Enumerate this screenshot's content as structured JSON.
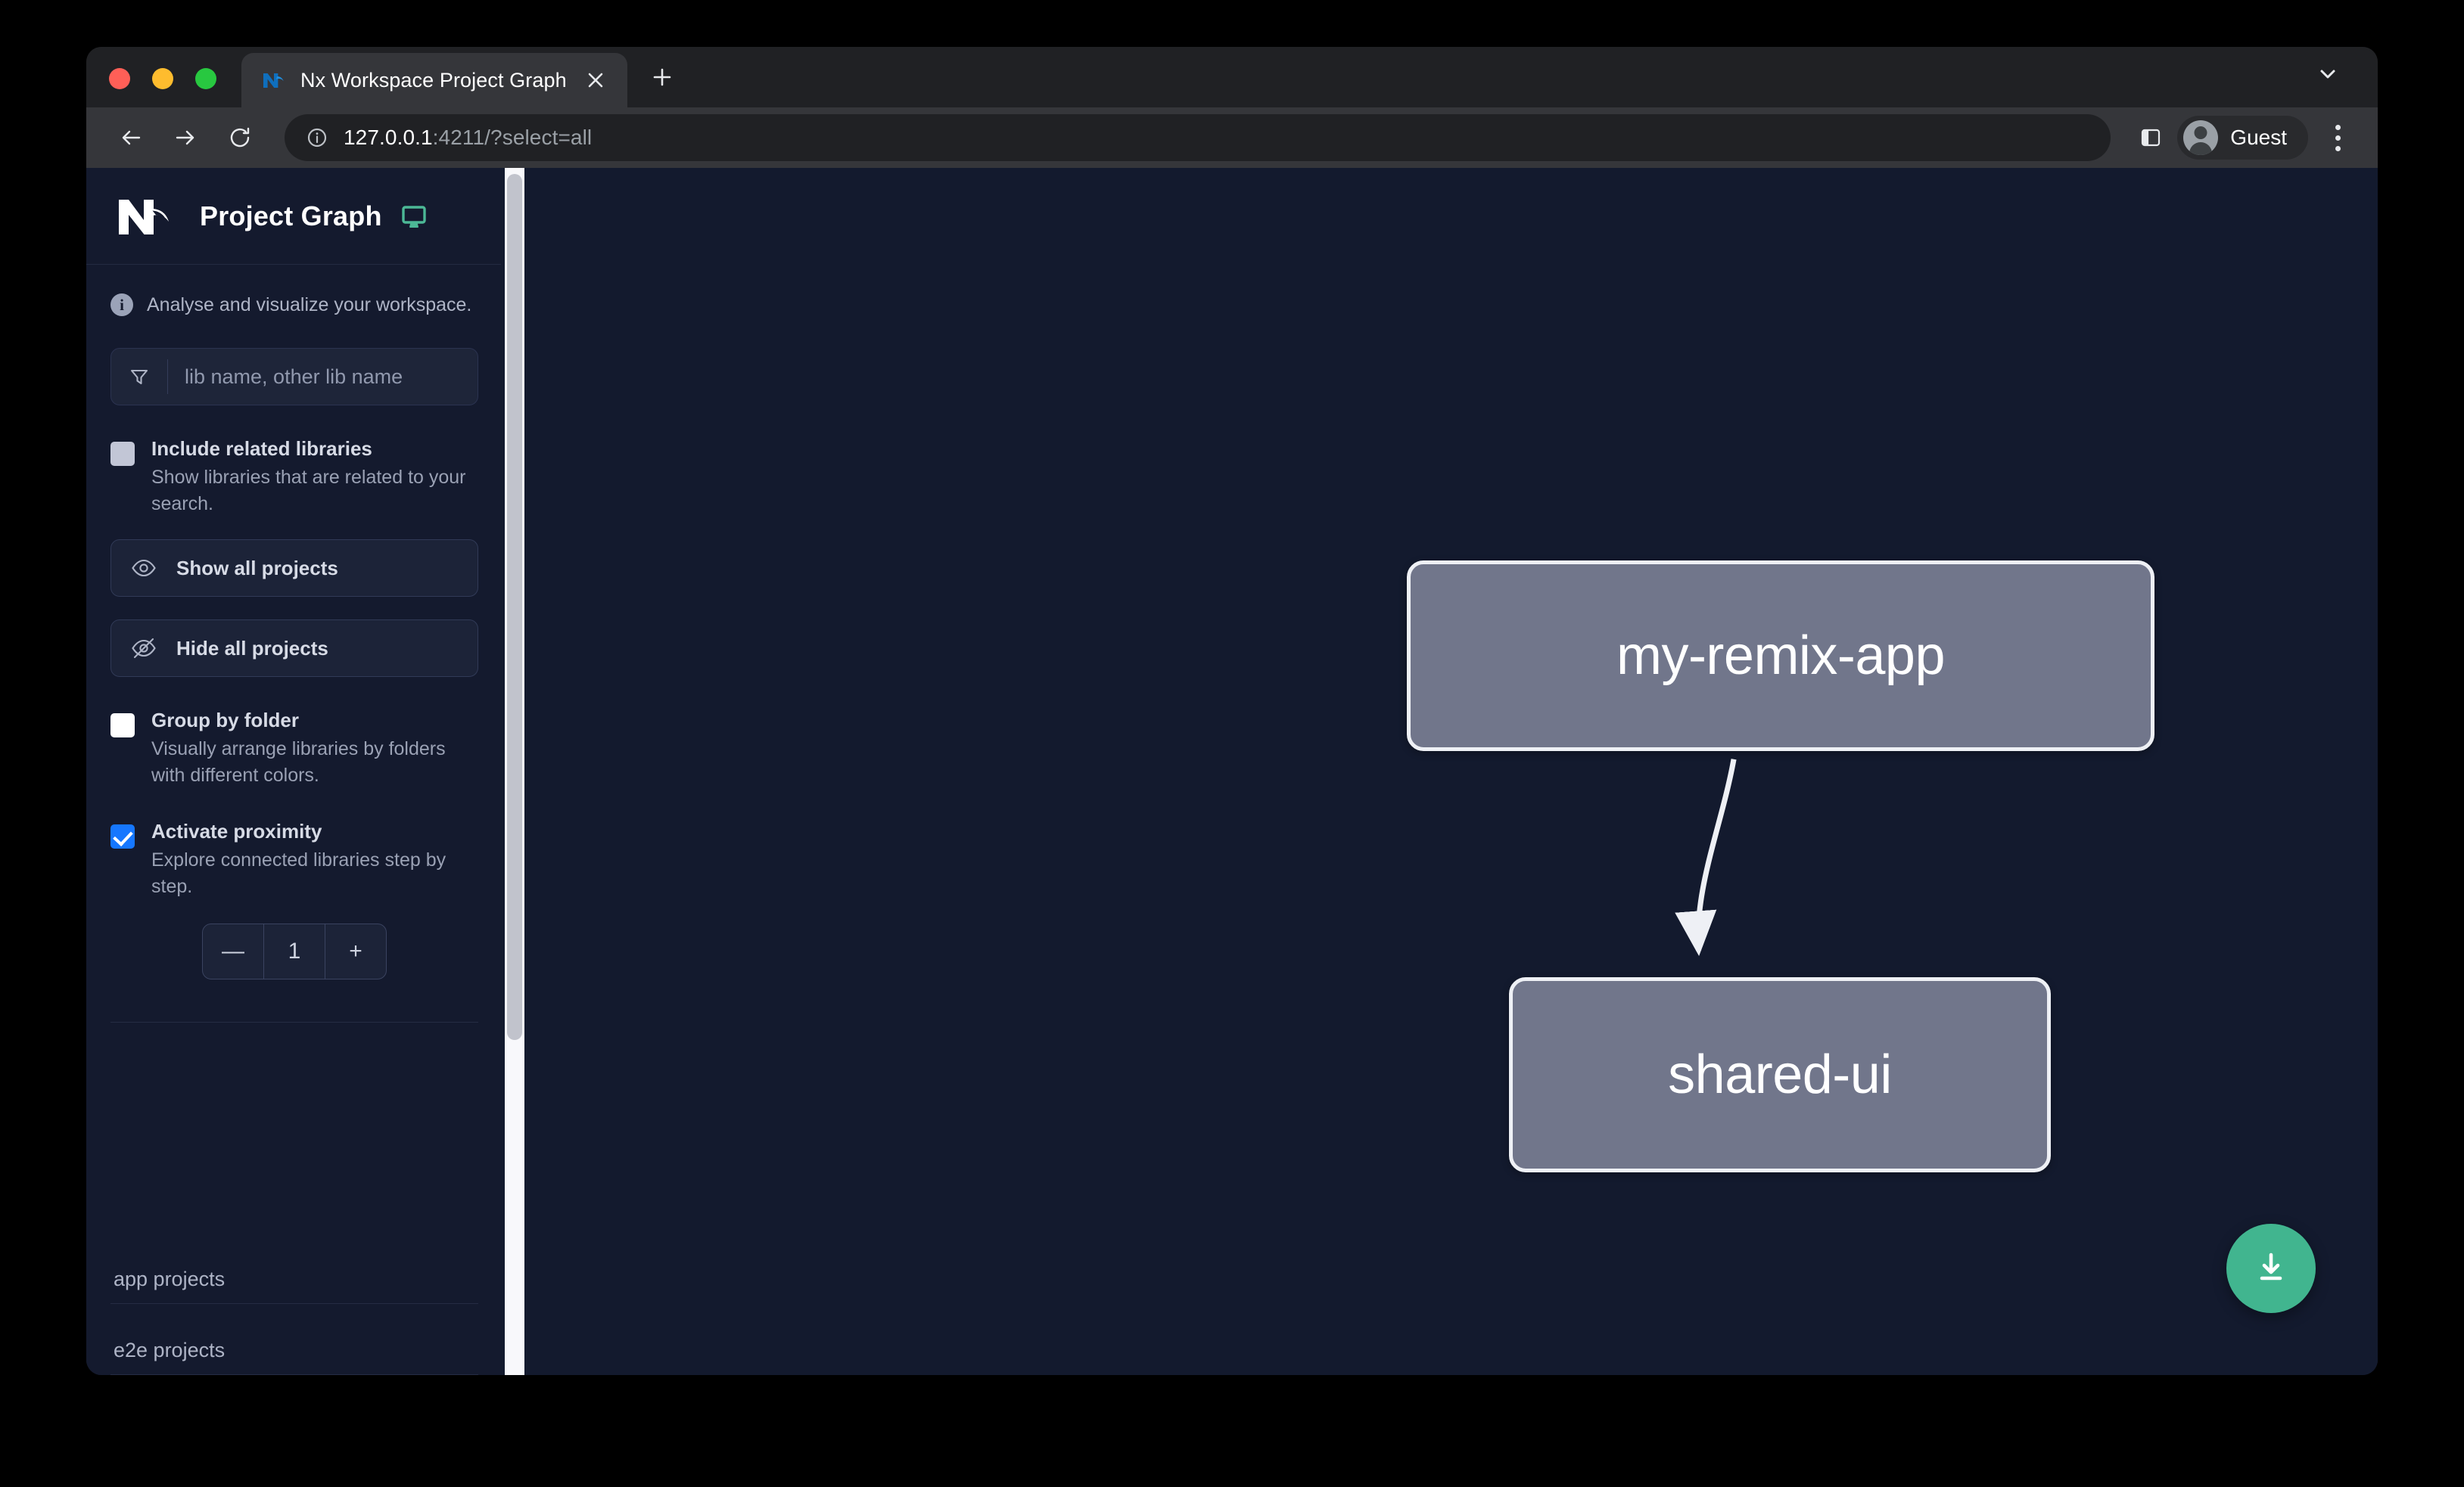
{
  "browser": {
    "tab": {
      "title": "Nx Workspace Project Graph",
      "favicon_icon": "nx-logo-icon",
      "close_icon": "close-icon"
    },
    "new_tab_icon": "plus-icon",
    "tab_list_chevron_icon": "chevron-down-icon",
    "nav": {
      "back_icon": "arrow-left-icon",
      "forward_icon": "arrow-right-icon",
      "reload_icon": "reload-icon"
    },
    "omnibox": {
      "info_icon": "info-circle-icon",
      "url_host": "127.0.0.1",
      "url_rest": ":4211/?select=all"
    },
    "side_panel_icon": "side-panel-icon",
    "profile": {
      "label": "Guest",
      "avatar_icon": "person-icon"
    },
    "menu_icon": "kebab-menu-icon"
  },
  "sidebar": {
    "logo_icon": "nx-logo-icon",
    "title": "Project Graph",
    "monitor_icon": "monitor-icon",
    "note": {
      "icon": "info-icon",
      "text": "Analyse and visualize your workspace."
    },
    "filter": {
      "icon": "filter-funnel-icon",
      "placeholder": "lib name, other lib name",
      "value": ""
    },
    "options": [
      {
        "id": "include-related-libraries",
        "title": "Include related libraries",
        "description": "Show libraries that are related to your search.",
        "state": "muted"
      },
      {
        "id": "group-by-folder",
        "title": "Group by folder",
        "description": "Visually arrange libraries by folders with different colors.",
        "state": "off"
      },
      {
        "id": "activate-proximity",
        "title": "Activate proximity",
        "description": "Explore connected libraries step by step.",
        "state": "on"
      }
    ],
    "buttons": [
      {
        "id": "show-all-projects",
        "label": "Show all projects",
        "icon": "eye-icon"
      },
      {
        "id": "hide-all-projects",
        "label": "Hide all projects",
        "icon": "eye-off-icon"
      }
    ],
    "stepper": {
      "decrement_label": "—",
      "value": "1",
      "increment_label": "+"
    },
    "project_groups": [
      {
        "id": "app-projects",
        "label": "app projects"
      },
      {
        "id": "e2e-projects",
        "label": "e2e projects"
      }
    ],
    "scrollbar": {
      "present": true
    }
  },
  "graph": {
    "nodes": [
      {
        "id": "my-remix-app",
        "label": "my-remix-app"
      },
      {
        "id": "shared-ui",
        "label": "shared-ui"
      }
    ],
    "edges": [
      {
        "from": "my-remix-app",
        "to": "shared-ui"
      }
    ],
    "download_button": {
      "icon": "download-icon",
      "color": "#41b58f"
    }
  },
  "colors": {
    "accent_green": "#41b58f",
    "checkbox_blue": "#1677ff",
    "node_fill": "#71768b",
    "node_border": "#eef0f5",
    "canvas_bg": "#131a2e",
    "sidebar_bg": "#141a2e"
  }
}
